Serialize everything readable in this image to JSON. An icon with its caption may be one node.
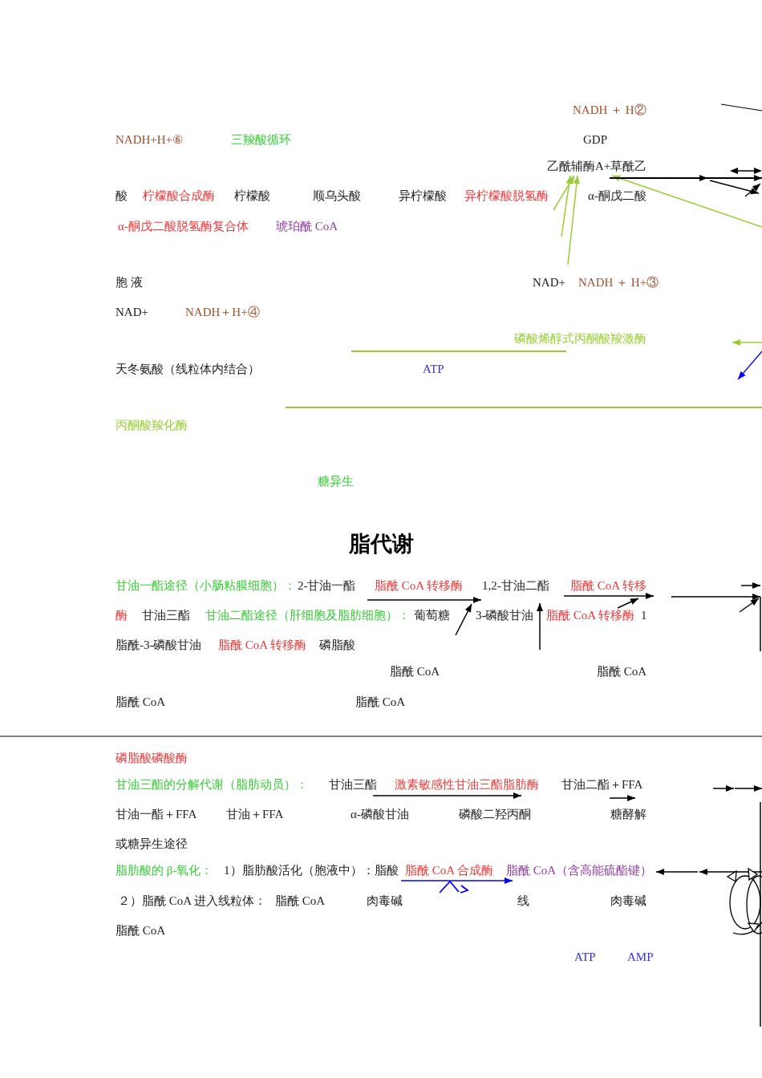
{
  "diagram": {
    "title": "脂代谢",
    "labels": [
      "NADH ＋ H②",
      "NADH+H+⑥",
      "三羧酸循环",
      "GDP",
      "乙酰辅酶A+草酰乙",
      "酸",
      "柠檬酸合成酶",
      "柠檬酸",
      "顺乌头酸",
      "异柠檬酸",
      "异柠檬酸脱氢酶",
      "α-酮戊二酸",
      "α-酮戊二酸脱氢酶复合体",
      "琥珀酰 CoA",
      "胞 液",
      "NAD+",
      "NADH ＋ H+③",
      "NAD+",
      "NADH＋H+④",
      "磷酸烯醇式丙酮酸羧激酶",
      "天冬氨酸（线粒体内结合）",
      "ATP",
      "丙酮酸羧化酶",
      "糖异生",
      "甘油一酯途径（小肠粘膜细胞）：",
      "2-甘油一酯",
      "脂酰 CoA 转移酶",
      "1,2-甘油二酯",
      "脂酰 CoA 转移",
      "酶",
      "甘油三酯",
      "甘油二酯途径（肝细胞及脂肪细胞）：",
      "葡萄糖",
      "3-磷酸甘油",
      "脂酰 CoA 转移酶",
      "1",
      "脂酰-3-磷酸甘油",
      "脂酰 CoA 转移酶",
      "磷脂酸",
      "脂酰 CoA",
      "脂酰 CoA",
      "脂酰 CoA",
      "脂酰 CoA",
      "磷脂酸磷酸酶",
      "甘油三酯的分解代谢（脂肪动员）：",
      "甘油三酯",
      "激素敏感性甘油三酯脂肪酶",
      "甘油二酯＋FFA",
      "甘油一酯＋FFA",
      "甘油＋FFA",
      "α-磷酸甘油",
      "磷酸二羟丙酮",
      "糖酵解",
      "或糖异生途径",
      "脂肪酸的 β-氧化：",
      "1）脂肪酸活化（胞液中）：脂酸",
      "脂酰 CoA 合成酶",
      "脂酰 CoA（含高能硫酯键）",
      "２）脂酰 CoA 进入线粒体：",
      "脂酰 CoA",
      "肉毒碱",
      "线",
      "肉毒碱",
      "脂酰 CoA",
      "ATP",
      "AMP"
    ]
  }
}
